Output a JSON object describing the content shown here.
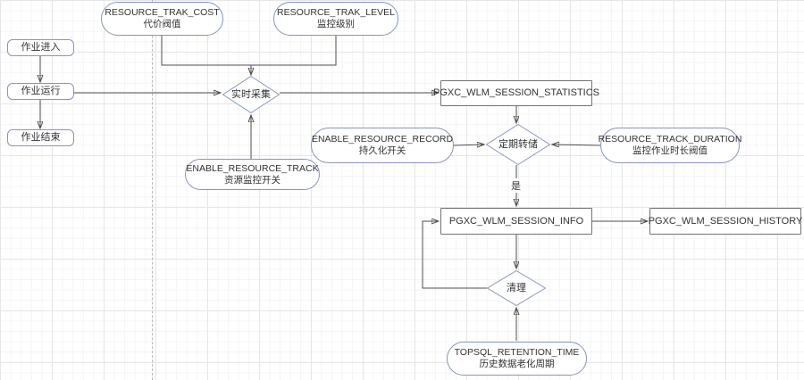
{
  "diagram": {
    "colors": {
      "shape_border_blue": "#8694c6",
      "rect_border_gray": "#737373",
      "edge_color": "#4d4d4d",
      "text_color": "#333333",
      "grid_minor": "#f4f4f4",
      "grid_major": "#e6e6e6",
      "fill": "#ffffff"
    },
    "nodes": {
      "job_enter": {
        "label": "作业进入"
      },
      "job_run": {
        "label": "作业运行"
      },
      "job_end": {
        "label": "作业结束"
      },
      "res_trak_cost": {
        "line1": "RESOURCE_TRAK_COST",
        "line2": "代价阀值"
      },
      "res_trak_level": {
        "line1": "RESOURCE_TRAK_LEVEL",
        "line2": "监控级别"
      },
      "realtime_collect": {
        "label": "实时采集"
      },
      "session_statistics": {
        "label": "PGXC_WLM_SESSION_STATISTICS"
      },
      "enable_resource_record": {
        "line1": "ENABLE_RESOURCE_RECORD",
        "line2": "持久化开关"
      },
      "periodic_dump": {
        "label": "定期转储"
      },
      "res_track_duration": {
        "line1": "RESOURCE_TRACK_DURATION",
        "line2": "监控作业时长阀值"
      },
      "enable_resource_track": {
        "line1": "ENABLE_RESOURCE_TRACK",
        "line2": "资源监控开关"
      },
      "session_info": {
        "label": "PGXC_WLM_SESSION_INFO"
      },
      "session_history": {
        "label": "PGXC_WLM_SESSION_HISTORY"
      },
      "cleanup": {
        "label": "清理"
      },
      "topsql_retention": {
        "line1": "TOPSQL_RETENTION_TIME",
        "line2": "历史数据老化周期"
      }
    },
    "edge_labels": {
      "yes": "是"
    }
  }
}
